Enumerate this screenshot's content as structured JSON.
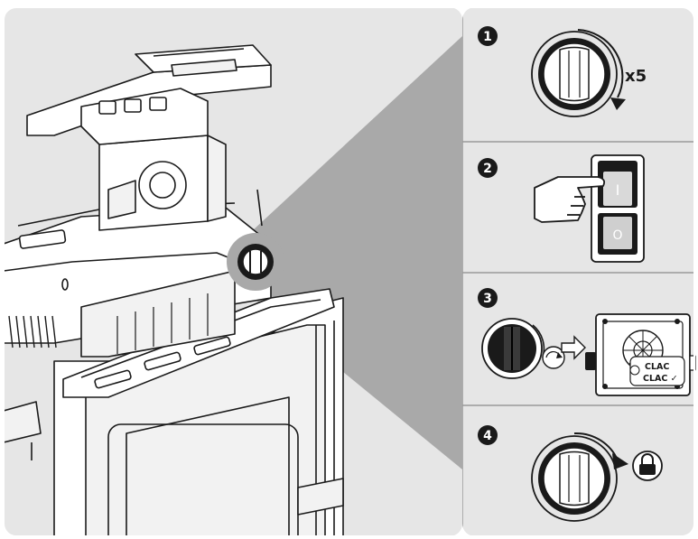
{
  "figure": {
    "background": "#ffffff",
    "panel_fill": "#e6e6e6",
    "zoom_wedge": "#a9a9a9",
    "line_color": "#1a1a1a"
  },
  "steps": [
    {
      "number": "1",
      "label": "x5",
      "icons": [
        "rotation-knob-icon",
        "clockwise-arrow-icon"
      ]
    },
    {
      "number": "2",
      "switch_on_symbol": "I",
      "switch_off_symbol": "O",
      "icons": [
        "pointing-hand-icon",
        "rocker-switch-icon"
      ]
    },
    {
      "number": "3",
      "sound_labels": [
        "CLAC",
        "CLAC ✓"
      ],
      "icons": [
        "knob-icon",
        "rotate-arrow-icon",
        "cutter-mechanism-icon"
      ]
    },
    {
      "number": "4",
      "icons": [
        "rotation-knob-icon",
        "lock-icon"
      ]
    }
  ]
}
